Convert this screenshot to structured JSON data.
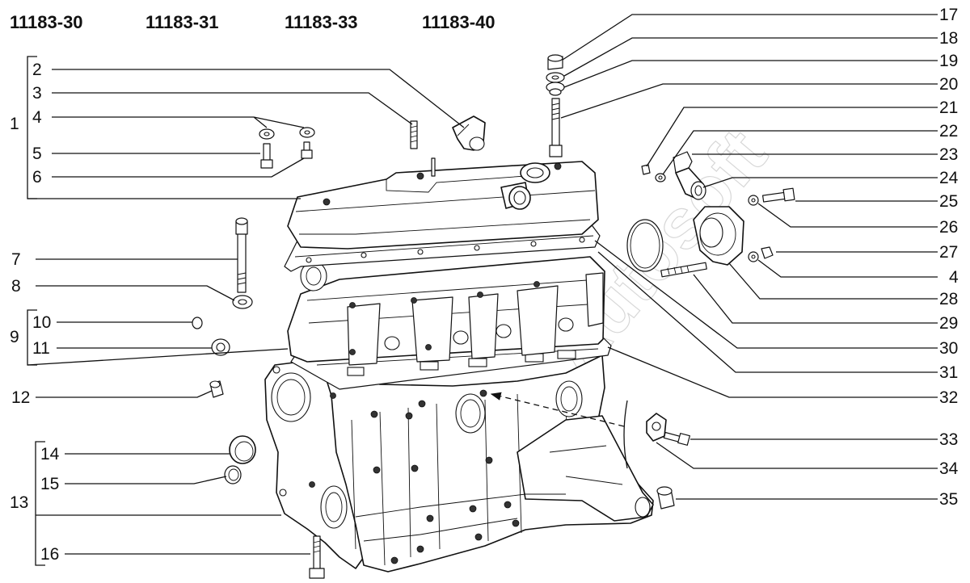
{
  "models": [
    "11183-30",
    "11183-31",
    "11183-33",
    "11183-40"
  ],
  "watermark": "Autosoft",
  "left_callouts": [
    "2",
    "3",
    "4",
    "5",
    "6",
    "7",
    "8",
    "10",
    "11",
    "12",
    "14",
    "15",
    "16"
  ],
  "left_groups": [
    "1",
    "9",
    "13"
  ],
  "right_callouts": [
    "17",
    "18",
    "19",
    "20",
    "21",
    "22",
    "23",
    "24",
    "25",
    "26",
    "27",
    "4",
    "28",
    "29",
    "30",
    "31",
    "32",
    "33",
    "34",
    "35"
  ]
}
